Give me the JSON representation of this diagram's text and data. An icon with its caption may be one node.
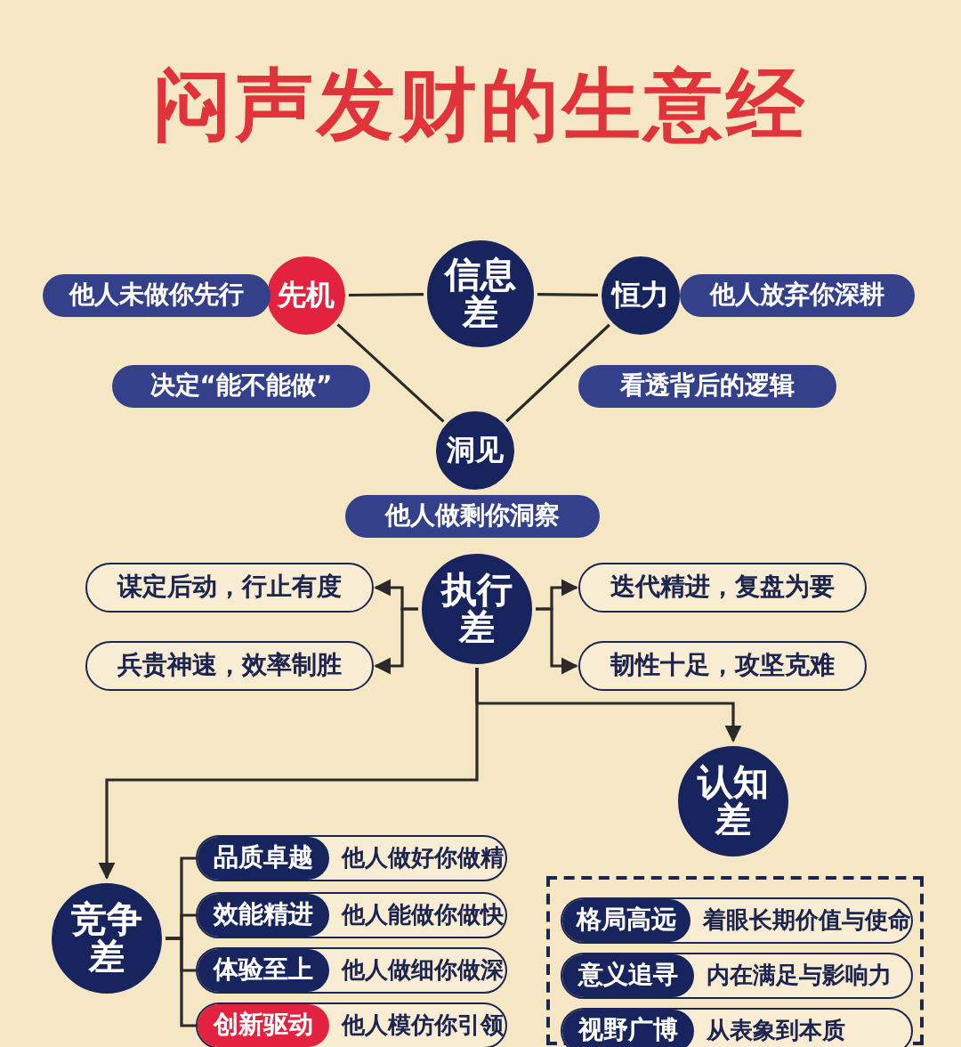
{
  "diagram": {
    "title": "闷声发财的生意经",
    "nodes": [
      {
        "text": [
          "信息差"
        ]
      },
      {
        "text": [
          "先机"
        ]
      },
      {
        "text": [
          "恒力"
        ]
      },
      {
        "text": [
          "洞见"
        ]
      },
      {
        "text": [
          "他人未做你先行"
        ]
      },
      {
        "text": [
          "他人放弃你深耕"
        ]
      },
      {
        "text": [
          "决定“能不能做”"
        ]
      },
      {
        "text": [
          "看透背后的逻辑"
        ]
      },
      {
        "text": [
          "他人做剩你洞察"
        ]
      },
      {
        "text": [
          "执行差"
        ]
      },
      {
        "text": [
          "谋定后动，行止有度"
        ]
      },
      {
        "text": [
          "兵贵神速，效率制胜"
        ]
      },
      {
        "text": [
          "迭代精进，复盘为要"
        ]
      },
      {
        "text": [
          "韧性十足，攻坚克难"
        ]
      },
      {
        "text": [
          "认知差"
        ]
      },
      {
        "text": [
          "竞争差"
        ]
      },
      {
        "text": [
          "品质卓越",
          "他人做好你做精"
        ]
      },
      {
        "text": [
          "效能精进",
          "他人能做你做快"
        ]
      },
      {
        "text": [
          "体验至上",
          "他人做细你做深"
        ]
      },
      {
        "text": [
          "创新驱动",
          "他人模仿你引领"
        ]
      },
      {
        "text": [],
        "shape": "box"
      },
      {
        "text": [
          "格局高远",
          "着眼长期价值与使命"
        ],
        "in": 20
      },
      {
        "text": [
          "意义追寻",
          "内在满足与影响力"
        ],
        "in": 20
      },
      {
        "text": [
          "视野广博",
          "从表象到本质"
        ],
        "in": 20
      }
    ],
    "edges": [
      {
        "from": 1,
        "to": 0,
        "arrow": "none"
      },
      {
        "from": 0,
        "to": 2,
        "arrow": "none"
      },
      {
        "from": 1,
        "to": 3,
        "arrow": "none"
      },
      {
        "from": 2,
        "to": 3,
        "arrow": "none"
      },
      {
        "from": 9,
        "to": 10,
        "arrow": "to"
      },
      {
        "from": 9,
        "to": 11,
        "arrow": "to"
      },
      {
        "from": 9,
        "to": 12,
        "arrow": "to"
      },
      {
        "from": 9,
        "to": 13,
        "arrow": "to"
      },
      {
        "from": 9,
        "to": 14,
        "arrow": "to"
      },
      {
        "from": 9,
        "to": 15,
        "arrow": "to"
      },
      {
        "from": 15,
        "to": 16,
        "arrow": "none"
      },
      {
        "from": 15,
        "to": 17,
        "arrow": "none"
      },
      {
        "from": 15,
        "to": 18,
        "arrow": "none"
      },
      {
        "from": 15,
        "to": 19,
        "arrow": "none"
      }
    ]
  }
}
